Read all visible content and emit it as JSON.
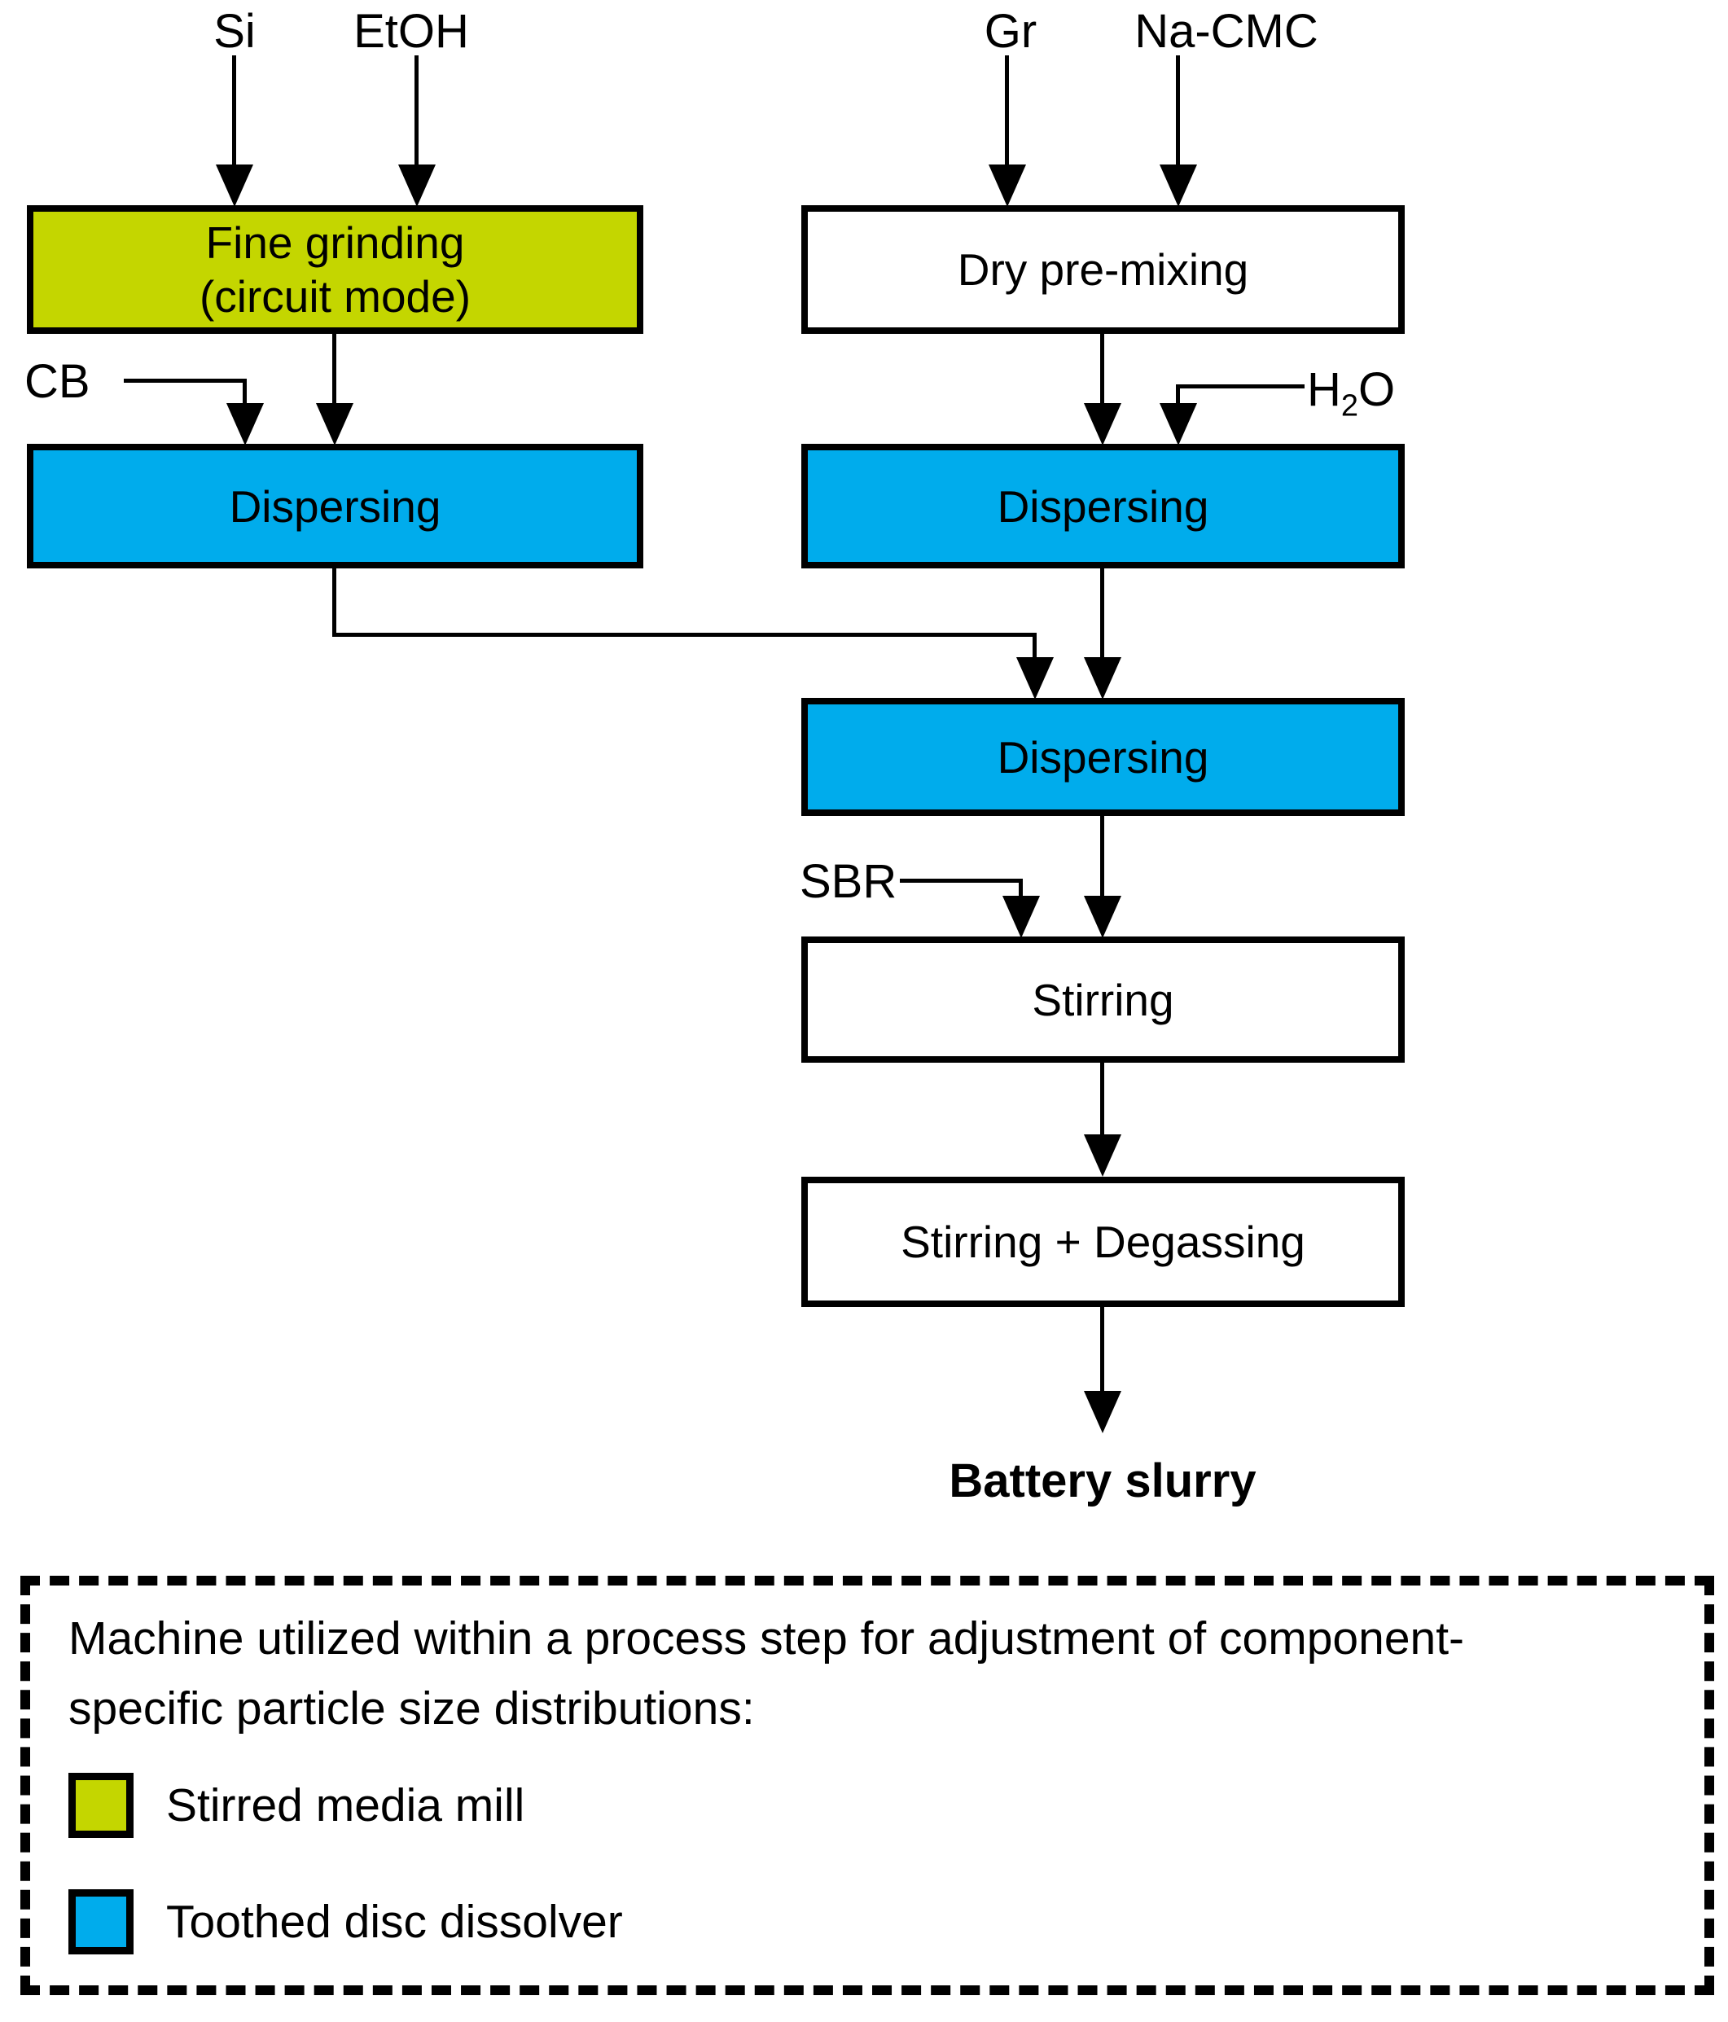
{
  "diagram": {
    "inputs": {
      "si": "Si",
      "etoh": "EtOH",
      "gr": "Gr",
      "nacmc": "Na-CMC",
      "cb": "CB",
      "h2o": {
        "pre": "H",
        "sub": "2",
        "post": "O"
      },
      "sbr": "SBR"
    },
    "boxes": {
      "fine_grinding": {
        "line1": "Fine grinding",
        "line2": "(circuit mode)"
      },
      "dry_premixing": {
        "label": "Dry pre-mixing"
      },
      "dispersing_si": {
        "label": "Dispersing"
      },
      "dispersing_gr": {
        "label": "Dispersing"
      },
      "dispersing_combined": {
        "label": "Dispersing"
      },
      "stirring": {
        "label": "Stirring"
      },
      "stirring_degassing": {
        "label": "Stirring + Degassing"
      }
    },
    "output": {
      "label": "Battery slurry"
    },
    "legend": {
      "title_lines": [
        "Machine utilized within a process step for adjustment of component-",
        "specific particle size distributions:"
      ],
      "items": [
        {
          "label": "Stirred media mill",
          "color": "#C4D600"
        },
        {
          "label": "Toothed disc dissolver",
          "color": "#00ACEC"
        }
      ]
    },
    "colors": {
      "stirred_media_mill": "#C4D600",
      "toothed_disc_dissolver": "#00ACEC",
      "line": "#000000",
      "background": "#FFFFFF"
    }
  }
}
